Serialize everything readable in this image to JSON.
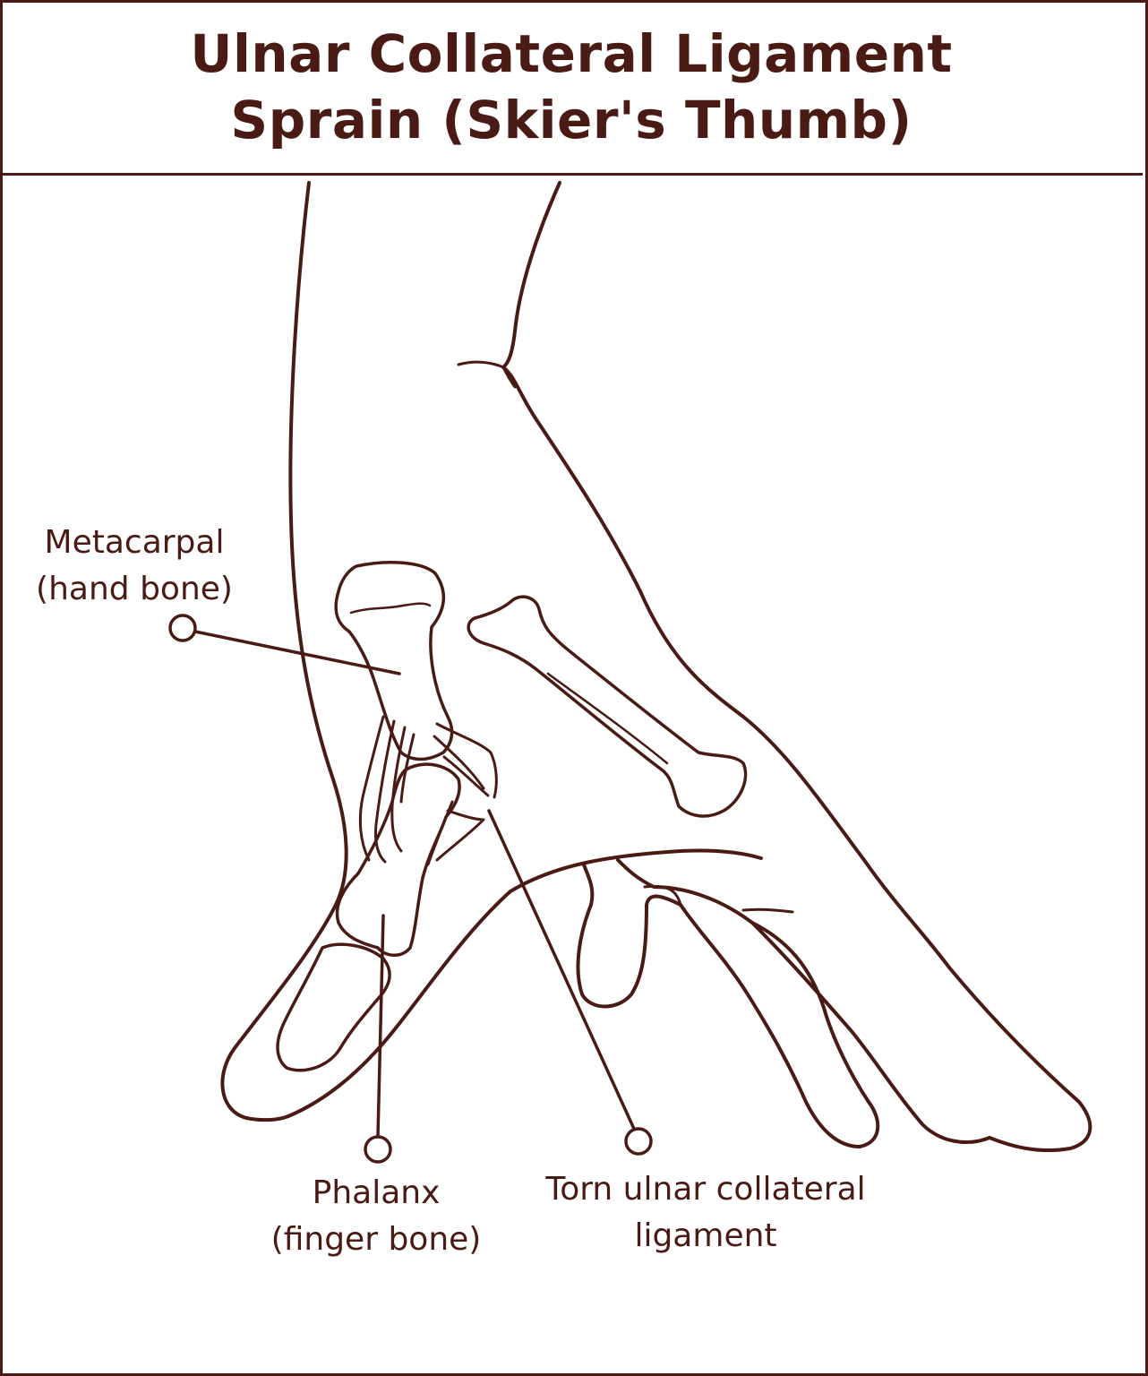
{
  "title": {
    "line1": "Ulnar Collateral Ligament",
    "line2": "Sprain (Skier's Thumb)"
  },
  "labels": {
    "metacarpal": {
      "line1": "Metacarpal",
      "line2": "(hand bone)"
    },
    "phalanx": {
      "line1": "Phalanx",
      "line2": "(finger bone)"
    },
    "ligament": {
      "line1": "Torn ulnar collateral",
      "line2": "ligament"
    }
  },
  "colors": {
    "ink": "#4a1a14",
    "background": "#ffffff"
  }
}
